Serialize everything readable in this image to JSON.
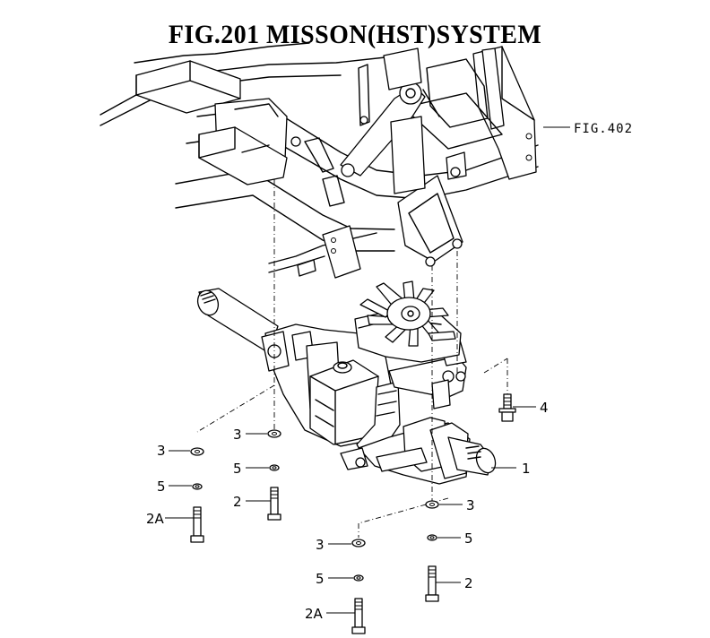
{
  "title": "FIG.201  MISSON(HST)SYSTEM",
  "reference": "FIG.402",
  "callouts": {
    "c_1": "1",
    "c_2_mid": "2",
    "c_2_right": "2",
    "c_2a_left": "2A",
    "c_2a_bottom": "2A",
    "c_3_left": "3",
    "c_3_mid": "3",
    "c_3_right": "3",
    "c_3_bottom": "3",
    "c_4": "4",
    "c_5_left": "5",
    "c_5_mid": "5",
    "c_5_right": "5",
    "c_5_bottom": "5"
  }
}
